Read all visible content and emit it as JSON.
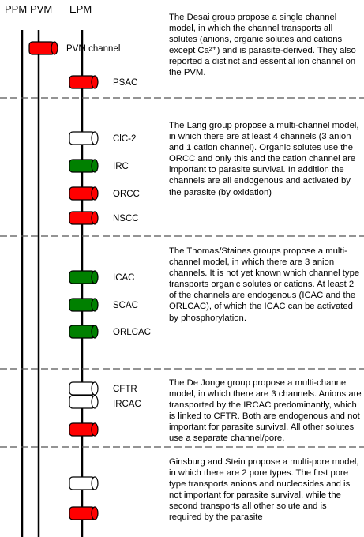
{
  "headers": {
    "ppm": "PPM",
    "pvm": "PVM",
    "epm": "EPM"
  },
  "colors": {
    "red": "#ff0000",
    "green": "#008000",
    "white": "#ffffff",
    "line": "#000000"
  },
  "pvm_channel_label": "PVM channel",
  "groups": [
    {
      "description": "The Desai group propose a single channel model, in which the channel transports all solutes (anions, organic solutes and cations except Ca²⁺) and is parasite-derived.   They also reported a distinct and essential ion channel on the PVM.",
      "channels": [
        {
          "label": "PSAC",
          "color": "red"
        }
      ]
    },
    {
      "description": "The Lang group propose a multi-channel model, in which there are at least 4 channels (3 anion and 1 cation channel). Organic solutes use the ORCC and only this and the cation channel are important to parasite survival. In addition the channels are all endogenous and activated by the parasite (by oxidation)",
      "channels": [
        {
          "label": "ClC-2",
          "color": "white"
        },
        {
          "label": "IRC",
          "color": "green"
        },
        {
          "label": "ORCC",
          "color": "red"
        },
        {
          "label": "NSCC",
          "color": "red"
        }
      ]
    },
    {
      "description": "The Thomas/Staines groups propose a multi-channel model, in which there are 3 anion channels. It is not yet known which channel type transports organic solutes or cations. At least 2 of the channels are endogenous (ICAC and the ORLCAC), of which the ICAC can be activated by phosphorylation.",
      "channels": [
        {
          "label": "ICAC",
          "color": "green"
        },
        {
          "label": "SCAC",
          "color": "green"
        },
        {
          "label": "ORLCAC",
          "color": "green"
        }
      ]
    },
    {
      "description": "The De Jonge group propose a multi-channel model, in which there are 3 channels. Anions are transported by the IRCAC predominantly, which is linked to CFTR. Both are endogenous and not important for parasite survival. All other solutes use a separate channel/pore.",
      "channels": [
        {
          "label": "CFTR",
          "color": "white"
        },
        {
          "label": "IRCAC",
          "color": "white"
        },
        {
          "label": "",
          "color": "red"
        }
      ]
    },
    {
      "description": "Ginsburg and Stein propose a multi-pore model, in which there are 2 pore types. The first pore type transports anions and nucleosides and is not important for parasite survival, while the second transports all other solute and is required by the parasite",
      "channels": [
        {
          "label": "",
          "color": "white"
        },
        {
          "label": "",
          "color": "red"
        }
      ]
    }
  ]
}
